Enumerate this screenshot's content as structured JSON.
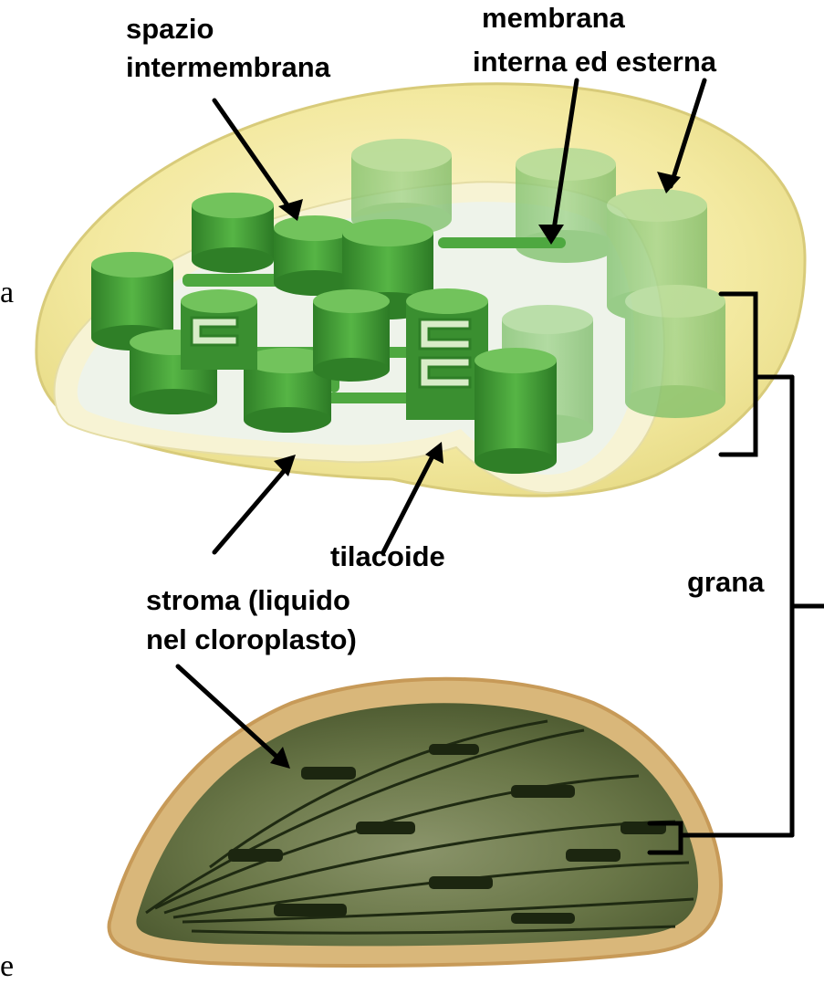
{
  "labels": {
    "spazio_line1": "spazio",
    "spazio_line2": "intermembrana",
    "membrana_line1": "membrana",
    "membrana_line2": "interna ed esterna",
    "tilacoide": "tilacoide",
    "grana": "grana",
    "stroma_line1": "stroma (liquido",
    "stroma_line2": "nel cloroplasto)"
  },
  "edge_fragments": {
    "left": "a",
    "bottom_left": "e"
  },
  "colors": {
    "outer_membrane_yellow": "#f3e9a0",
    "inner_membrane": "#f7f3d4",
    "stroma_pale": "#eef3ea",
    "thylakoid_green": "#3f9a35",
    "thylakoid_light": "#6fc25a",
    "micrograph_olive": "#5c6a3a",
    "micrograph_border": "#d9b77a",
    "leader_black": "#000000"
  }
}
